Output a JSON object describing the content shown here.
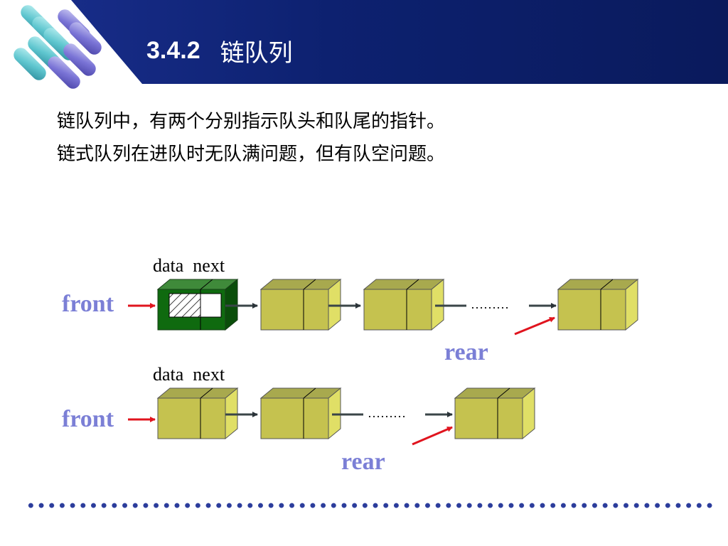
{
  "header": {
    "section_number": "3.4.2",
    "section_title": "链队列",
    "colors": {
      "band": "#0d2170",
      "title_text": "#ffffff"
    },
    "logo_icon": "capsule-logo-icon"
  },
  "intro": {
    "lines": [
      "链队列中，有两个分别指示队头和队尾的指针。",
      "链式队列在进队时无队满问题，但有队空问题。"
    ]
  },
  "diagram_top": {
    "caption": "data  next",
    "front_label": "front",
    "rear_label": "rear",
    "ellipsis": "………",
    "head_node_color": "#0f6a0f",
    "node_color": "#c5c24f",
    "pointer_color": "#e0141e",
    "label_color": "#7b7fd6"
  },
  "diagram_bottom": {
    "caption": "data  next",
    "front_label": "front",
    "rear_label": "rear",
    "ellipsis": "………"
  }
}
